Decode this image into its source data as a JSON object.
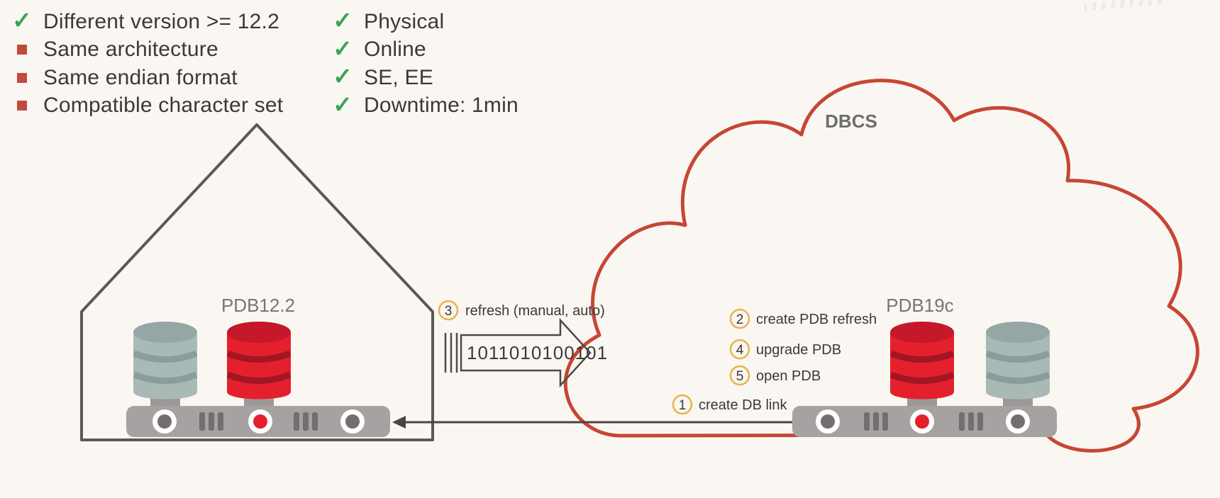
{
  "palette": {
    "background": "#faf7f3",
    "text_dark": "#3d3835",
    "check_green": "#3ba257",
    "bullet_red": "#c04a3e",
    "cloud_red": "#c74634",
    "step_circle_yellow": "#e9b44c",
    "db_red": "#e5202d",
    "db_grey": "#a9b9b6",
    "server_grey": "#a6a2a2",
    "outline_grey": "#5e5853"
  },
  "checklists": {
    "left": [
      {
        "icon": "check",
        "label": "Different version >= 12.2"
      },
      {
        "icon": "square",
        "label": "Same architecture"
      },
      {
        "icon": "square",
        "label": "Same endian format"
      },
      {
        "icon": "square",
        "label": "Compatible character set"
      }
    ],
    "right": [
      {
        "icon": "check",
        "label": "Physical"
      },
      {
        "icon": "check",
        "label": "Online"
      },
      {
        "icon": "check",
        "label": "SE, EE"
      },
      {
        "icon": "check",
        "label": "Downtime: 1min"
      }
    ]
  },
  "onprem": {
    "pdb_label": "PDB12.2"
  },
  "cloud": {
    "title": "DBCS",
    "pdb_label": "PDB19c"
  },
  "transfer": {
    "binary": "1011010100101"
  },
  "steps": [
    {
      "num": "1",
      "label": "create DB link"
    },
    {
      "num": "2",
      "label": "create PDB refresh"
    },
    {
      "num": "3",
      "label": "refresh (manual, auto)"
    },
    {
      "num": "4",
      "label": "upgrade PDB"
    },
    {
      "num": "5",
      "label": "open PDB"
    }
  ]
}
